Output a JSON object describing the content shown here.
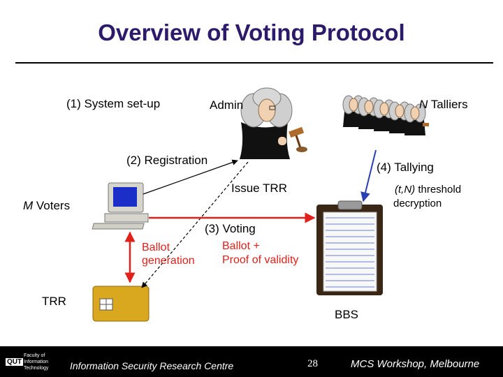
{
  "title": "Overview of Voting Protocol",
  "labels": {
    "system_setup": "(1) System set-up",
    "admin": "Admin",
    "talliers_n": "N",
    "talliers_rest": " Talliers",
    "registration": "(2) Registration",
    "tallying": "(4) Tallying",
    "issue_trr": "Issue TRR",
    "threshold_tn": "(t,N)",
    "threshold_rest": " threshold",
    "decryption": "decryption",
    "voters_m": "M",
    "voters_rest": " Voters",
    "voting": "(3) Voting",
    "ballot_gen_1": "Ballot",
    "ballot_gen_2": "generation",
    "ballot_proof_1": "Ballot +",
    "ballot_proof_2": "Proof of validity",
    "trr": "TRR",
    "bbs": "BBS"
  },
  "footer": {
    "left": "Information Security Research Centre",
    "page": "28",
    "right": "MCS Workshop, Melbourne",
    "logo_abbr": "QUT",
    "logo_line1": "Faculty of",
    "logo_line2": "Information",
    "logo_line3": "Technology"
  },
  "colors": {
    "title": "#2e1a6b",
    "arrow_red": "#e0201a",
    "arrow_blue": "#2a3fb0",
    "card_gold": "#d9a81e"
  },
  "icons": [
    "admin-judge-icon",
    "talliers-judges-icon",
    "voter-computer-icon",
    "trr-smartcard-icon",
    "bbs-clipboard-icon"
  ]
}
